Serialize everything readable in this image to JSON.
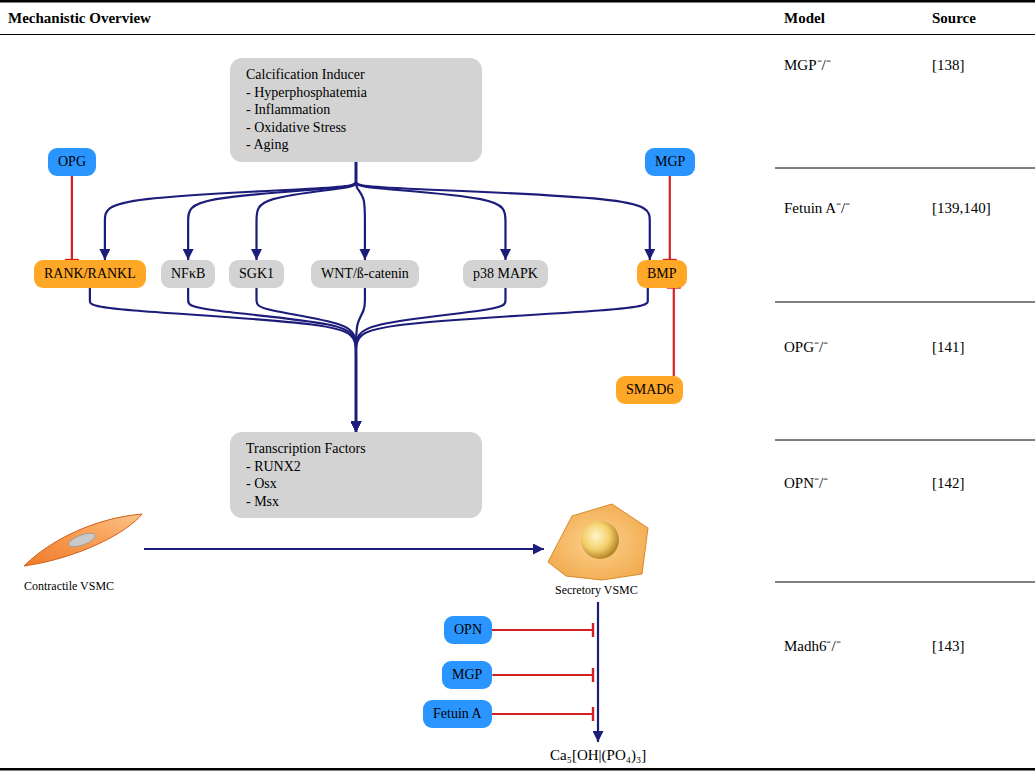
{
  "diagram": {
    "nodes": [
      {
        "text": [
          "Calcification Inducer",
          "- Hyperphosphatemia",
          "- Inflammation",
          "- Oxidative Stress",
          "- Aging"
        ]
      },
      {
        "text": [
          "OPG"
        ]
      },
      {
        "text": [
          "MGP"
        ]
      },
      {
        "text": [
          "RANK/RANKL"
        ]
      },
      {
        "text": [
          "NFκB"
        ]
      },
      {
        "text": [
          "SGK1"
        ]
      },
      {
        "text": [
          "WNT/ß-catenin"
        ]
      },
      {
        "text": [
          "p38 MAPK"
        ]
      },
      {
        "text": [
          "BMP"
        ]
      },
      {
        "text": [
          "SMAD6"
        ]
      },
      {
        "text": [
          "Transcription Factors",
          "- RUNX2",
          "- Osx",
          "- Msx"
        ]
      },
      {
        "text": [
          "OPN"
        ]
      },
      {
        "text": [
          "MGP"
        ]
      },
      {
        "text": [
          "Fetuin A"
        ]
      }
    ],
    "edges": [
      {
        "from": 0,
        "to": 3,
        "arrow": "to"
      },
      {
        "from": 0,
        "to": 4,
        "arrow": "to"
      },
      {
        "from": 0,
        "to": 5,
        "arrow": "to"
      },
      {
        "from": 0,
        "to": 6,
        "arrow": "to"
      },
      {
        "from": 0,
        "to": 7,
        "arrow": "to"
      },
      {
        "from": 0,
        "to": 8,
        "arrow": "to"
      },
      {
        "from": 3,
        "to": 10,
        "arrow": "to"
      },
      {
        "from": 4,
        "to": 10,
        "arrow": "to"
      },
      {
        "from": 5,
        "to": 10,
        "arrow": "to"
      },
      {
        "from": 6,
        "to": 10,
        "arrow": "to"
      },
      {
        "from": 7,
        "to": 10,
        "arrow": "to"
      },
      {
        "from": 8,
        "to": 10,
        "arrow": "to"
      },
      {
        "from": 1,
        "to": 3,
        "arrow": "to"
      },
      {
        "from": 2,
        "to": 8,
        "arrow": "to"
      },
      {
        "from": 9,
        "to": 8,
        "arrow": "to"
      }
    ],
    "labels": [
      "Mechanistic Overview",
      "Model",
      "Source",
      "MGP⁻/⁻",
      "[138]",
      "Fetuin A⁻/⁻",
      "[139,140]",
      "OPG⁻/⁻",
      "[141]",
      "OPN⁻/⁻",
      "[142]",
      "Madh6⁻/⁻",
      "[143]",
      "Contractile VSMC",
      "Secretory VSMC",
      "Ca₅[OH|(PO₄)₃]"
    ]
  }
}
